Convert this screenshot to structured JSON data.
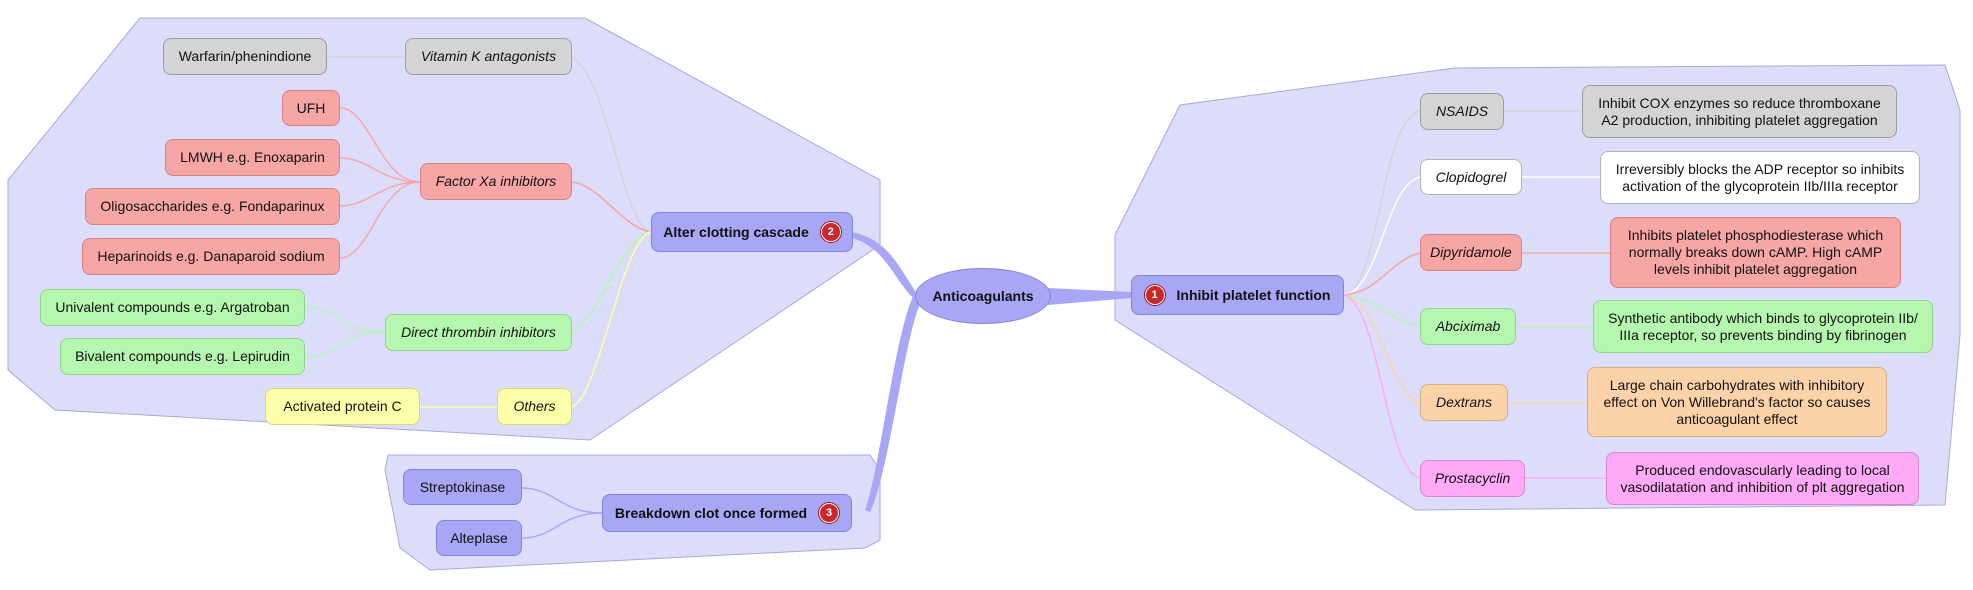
{
  "center": {
    "label": "Anticoagulants"
  },
  "branches": [
    {
      "id": "platelet",
      "label": "Inhibit platelet function",
      "badge": "1"
    },
    {
      "id": "cascade",
      "label": "Alter clotting cascade",
      "badge": "2"
    },
    {
      "id": "breakdown",
      "label": "Breakdown clot once formed",
      "badge": "3"
    }
  ],
  "cascade_children": [
    {
      "label": "Vitamin K antagonists",
      "children": [
        "Warfarin/phenindione"
      ]
    },
    {
      "label": "Factor Xa inhibitors",
      "children": [
        "UFH",
        "LMWH e.g. Enoxaparin",
        "Oligosaccharides e.g. Fondaparinux",
        "Heparinoids e.g. Danaparoid sodium"
      ]
    },
    {
      "label": "Direct thrombin inhibitors",
      "children": [
        "Univalent compounds e.g. Argatroban",
        "Bivalent compounds e.g. Lepirudin"
      ]
    },
    {
      "label": "Others",
      "children": [
        "Activated protein C"
      ]
    }
  ],
  "breakdown_children": [
    "Streptokinase",
    "Alteplase"
  ],
  "platelet_children": [
    {
      "label": "NSAIDS",
      "desc": [
        "Inhibit COX enzymes so reduce thromboxane",
        "A2 production, inhibiting platelet aggregation"
      ]
    },
    {
      "label": "Clopidogrel",
      "desc": [
        "Irreversibly blocks the ADP receptor so inhibits",
        "activation of the glycoprotein IIb/IIIa receptor"
      ]
    },
    {
      "label": "Dipyridamole",
      "desc": [
        "Inhibits platelet phosphodiesterase which",
        "normally breaks down cAMP. High cAMP",
        "levels inhibit platelet aggregation"
      ]
    },
    {
      "label": "Abciximab",
      "desc": [
        "Synthetic antibody which binds to glycoprotein IIb/",
        "IIIa receptor, so prevents binding by fibrinogen"
      ]
    },
    {
      "label": "Dextrans",
      "desc": [
        "Large chain carbohydrates with inhibitory",
        "effect on Von Willebrand's factor so causes",
        "anticoagulant effect"
      ]
    },
    {
      "label": "Prostacyclin",
      "desc": [
        "Produced endovascularly leading to local",
        "vasodilatation and inhibition of plt aggregation"
      ]
    }
  ],
  "colors": {
    "region": "#dcdcfb",
    "region_border": "#a9a9d9",
    "main_link": "#a7a7f5",
    "gray": "#d4d4d4",
    "red": "#f7a6a6",
    "green": "#b6f7b0",
    "yellow": "#ffffaa",
    "white": "#ffffff",
    "orange": "#fcd3a8",
    "pink": "#ffaaf6"
  }
}
